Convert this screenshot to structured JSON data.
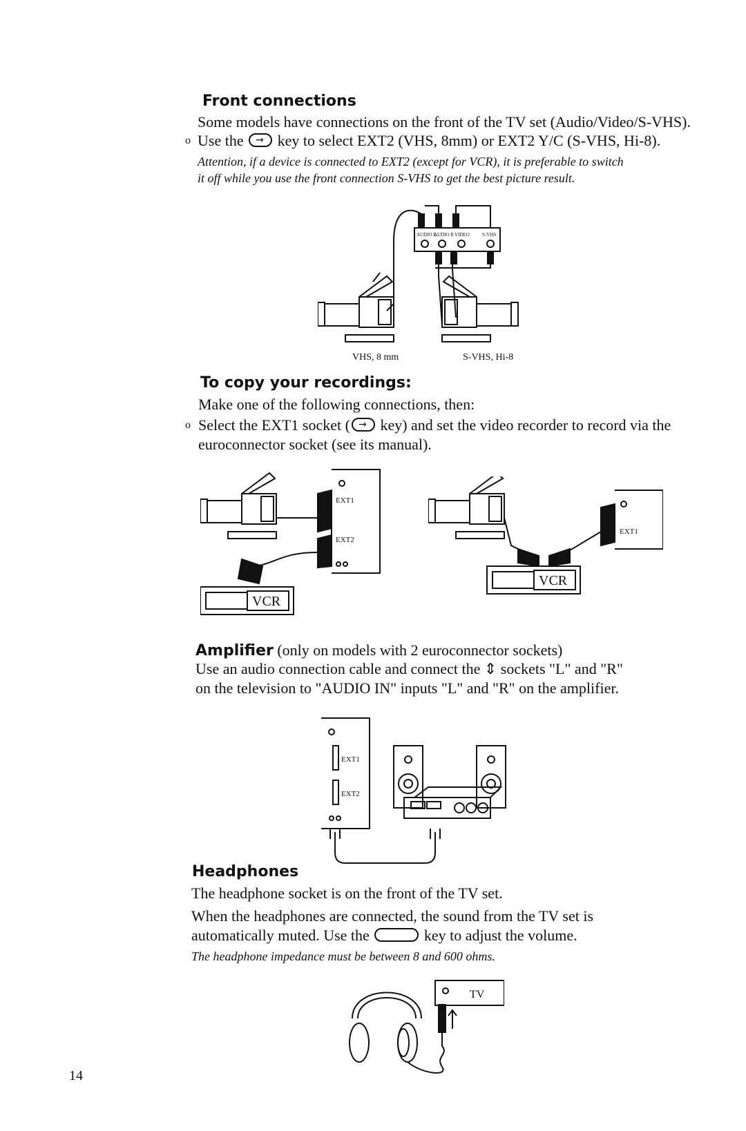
{
  "front": {
    "heading": "Front connections",
    "line1": "Some models have connections on the front of the TV set (Audio/Video/S-VHS).",
    "bullet": "o",
    "line2_pre": "Use the",
    "line2_post": "key to select EXT2 (VHS, 8mm) or EXT2 Y/C (S-VHS, Hi-8).",
    "note1": "Attention, if a device is connected to EXT2 (except for VCR), it is preferable to switch",
    "note2": "it off while you use the front connection S-VHS to get the best picture result.",
    "diagram": {
      "panel_labels": [
        "AUDIO L",
        "AUDIO R",
        "VIDEO",
        "S-VHS"
      ],
      "label_left": "VHS, 8 mm",
      "label_right": "S-VHS, Hi-8"
    }
  },
  "copy": {
    "heading": "To copy your recordings:",
    "line1": "Make one of the following connections, then:",
    "bullet": "o",
    "line2_pre": "Select the EXT1 socket (",
    "line2_post": "key) and set the video recorder to record via the",
    "line3": "euroconnector socket (see its manual).",
    "diagram": {
      "ext1": "EXT1",
      "ext2": "EXT2",
      "vcr": "VCR"
    }
  },
  "amplifier": {
    "heading": "Amplifier",
    "heading_note": "(only on models with 2 euroconnector sockets)",
    "line1_pre": "Use an audio connection cable and connect the",
    "line1_post": "sockets \"L\" and \"R\"",
    "line2": "on the television to \"AUDIO IN\" inputs \"L\" and \"R\" on the amplifier.",
    "diagram": {
      "ext1": "EXT1",
      "ext2": "EXT2"
    }
  },
  "headphones": {
    "heading": "Headphones",
    "line1": "The headphone socket is on the front of the TV set.",
    "line2": "When the headphones are connected, the sound from the TV set is",
    "line3_pre": "automatically muted. Use the",
    "line3_post": "key to adjust the volume.",
    "note": "The headphone impedance must be between 8 and 600 ohms.",
    "diagram": {
      "tv": "TV"
    }
  },
  "page_number": "14"
}
